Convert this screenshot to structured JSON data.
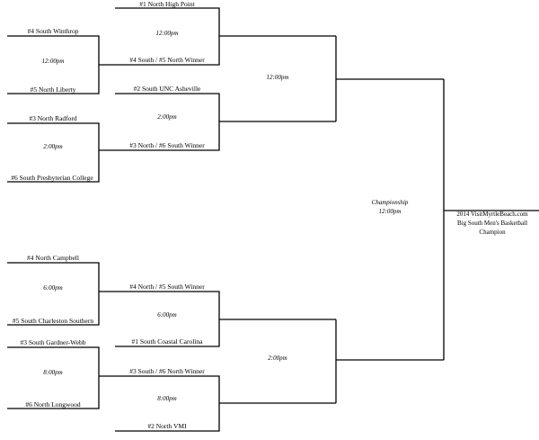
{
  "colors": {
    "line": "#000000",
    "background": "#ffffff"
  },
  "round1": {
    "g1": {
      "top": "#4 South Winthrop",
      "time": "12:00pm",
      "bottom": "#5 North Liberty"
    },
    "g2": {
      "top": "#3 North Radford",
      "time": "2:00pm",
      "bottom": "#6 South Presbyterian College"
    },
    "g3": {
      "top": "#4 North Campbell",
      "time": "6:00pm",
      "bottom": "#5 South Charleston Southern"
    },
    "g4": {
      "top": "#3 South Gardner-Webb",
      "time": "8:00pm",
      "bottom": "#6 North Longwood"
    }
  },
  "quarterfinals": {
    "q1": {
      "top": "#1 North High Point",
      "time": "12:00pm",
      "bottom": "#4 South / #5 North Winner"
    },
    "q2": {
      "top": "#2 South UNC Asheville",
      "time": "2:00pm",
      "bottom": "#3 North / #6 South Winner"
    },
    "q3": {
      "top": "#4 North / #5 South Winner",
      "time": "6:00pm",
      "bottom": "#1 South Coastal Carolina"
    },
    "q4": {
      "top": "#3 South / #6 North Winner",
      "time": "8:00pm",
      "bottom": "#2 North VMI"
    }
  },
  "semifinals": {
    "s1": {
      "time": "12:00pm"
    },
    "s2": {
      "time": "2:00pm"
    }
  },
  "championship": {
    "label": "Championship",
    "time": "12:00pm"
  },
  "champion": {
    "line1": "2014 VisitMyrtleBeach.com",
    "line2": "Big South Men's Basketball",
    "line3": "Champion"
  }
}
